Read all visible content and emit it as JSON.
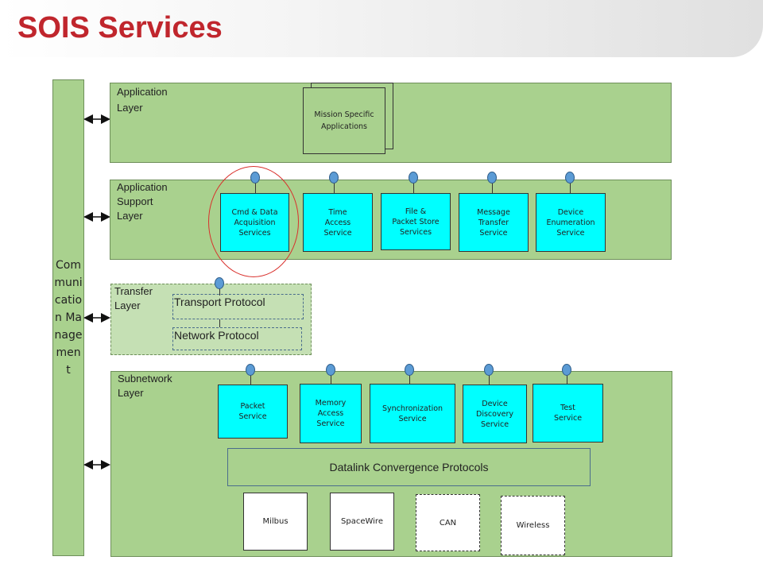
{
  "title": "SOIS Services",
  "communication_management": "Communication Management",
  "application_layer": {
    "label": "Application\nLayer",
    "box": "Mission Specific\nApplications"
  },
  "application_support_layer": {
    "label": "Application\nSupport\nLayer",
    "services": [
      "Cmd & Data\nAcquisition\nServices",
      "Time\nAccess\nService",
      "File &\nPacket Store\nServices",
      "Message\nTransfer\nService",
      "Device\nEnumeration\nService"
    ]
  },
  "transfer_layer": {
    "label": "Transfer\nLayer",
    "transport": "Transport Protocol",
    "network": "Network Protocol"
  },
  "subnetwork_layer": {
    "label": "Subnetwork\nLayer",
    "services": [
      "Packet\nService",
      "Memory\nAccess\nService",
      "Synchronization\nService",
      "Device\nDiscovery\nService",
      "Test\nService"
    ],
    "convergence": "Datalink Convergence Protocols",
    "physical": [
      "Milbus",
      "SpaceWire",
      "CAN",
      "Wireless"
    ]
  },
  "colors": {
    "title": "#c0262d",
    "layer_fill": "#a9d18e",
    "service_fill": "#00ffff",
    "highlight_circle": "#d9302c",
    "connector_dot": "#5b9bd5"
  }
}
